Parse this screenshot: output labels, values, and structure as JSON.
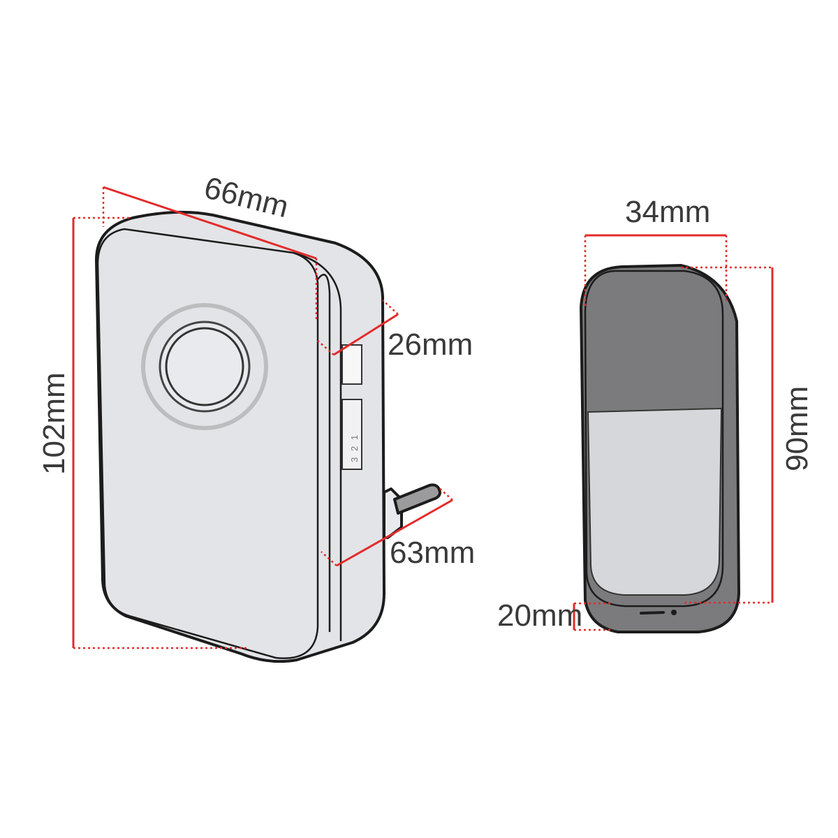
{
  "dimensions": {
    "receiver_width": "66mm",
    "receiver_height": "102mm",
    "receiver_depth": "26mm",
    "receiver_depth_with_plug": "63mm",
    "button_width": "34mm",
    "button_height": "90mm",
    "button_depth": "20mm"
  },
  "receiver": {
    "switch_labels": [
      "3",
      "2",
      "1"
    ]
  },
  "colors": {
    "dimension_line": "#e32b2b",
    "body_light": "#e9e9ec",
    "body_dark": "#7b7b7d"
  }
}
